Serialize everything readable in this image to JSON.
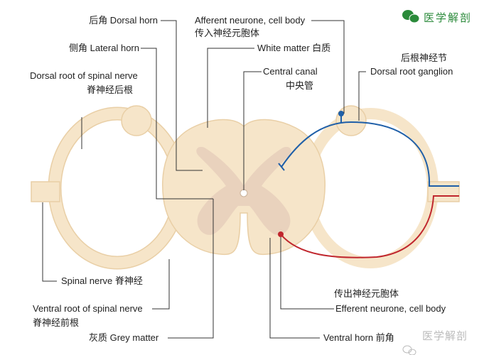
{
  "logo": {
    "text": "医学解剖",
    "icon": "wechat-icon",
    "color": "#2a8a3a"
  },
  "watermark": {
    "text": "医学解剖"
  },
  "labels": {
    "dorsal_horn": "后角 Dorsal horn",
    "afferent_en": "Afferent neurone, cell body",
    "afferent_zh": "传入神经元胞体",
    "lateral_horn": "侧角 Lateral horn",
    "white_matter": "White matter 白质",
    "dorsal_root_en": "Dorsal root of spinal nerve",
    "dorsal_root_zh": "脊神经后根",
    "central_canal_en": "Central canal",
    "central_canal_zh": "中央管",
    "ganglion_zh": "后根神经节",
    "ganglion_en": "Dorsal root ganglion",
    "spinal_nerve": "Spinal nerve 脊神经",
    "efferent_zh": "传出神经元胞体",
    "efferent_en": "Efferent neurone, cell body",
    "ventral_root_en": "Ventral root of spinal nerve",
    "ventral_root_zh": "脊神经前根",
    "grey_matter": "灰质 Grey matter",
    "ventral_horn": "Ventral horn 前角"
  },
  "colors": {
    "white_matter": "#f6e5c9",
    "grey_matter": "#e9d2bd",
    "afferent": "#1f5fa8",
    "efferent": "#c0262d"
  }
}
